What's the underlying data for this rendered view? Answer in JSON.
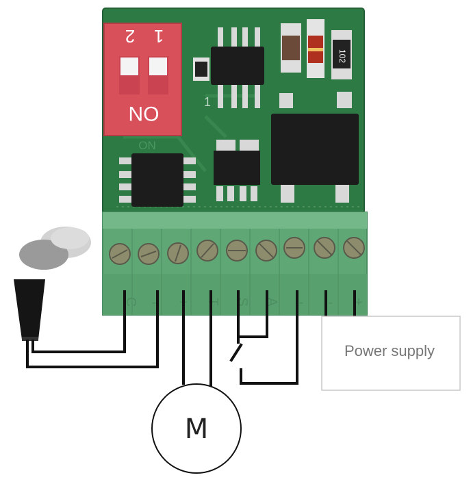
{
  "pcb": {
    "dip_switch": {
      "numbers": [
        "2",
        "1"
      ],
      "on_label": "ON",
      "silk_label": "ON"
    },
    "ic_pin_marker": "1",
    "resistor_code": "102"
  },
  "terminal_block": {
    "screw_count": 9,
    "pin_markings": [
      "C",
      "-",
      "+",
      "T",
      "S",
      "A",
      "-",
      "-",
      "+"
    ]
  },
  "motor": {
    "label": "M"
  },
  "power_supply": {
    "label": "Power supply"
  },
  "colors": {
    "pcb_green": "#2f7a45",
    "terminal_green": "#5fa876",
    "dip_red": "#d8505a",
    "wire": "#111111",
    "ic_black": "#1c1c1c"
  }
}
